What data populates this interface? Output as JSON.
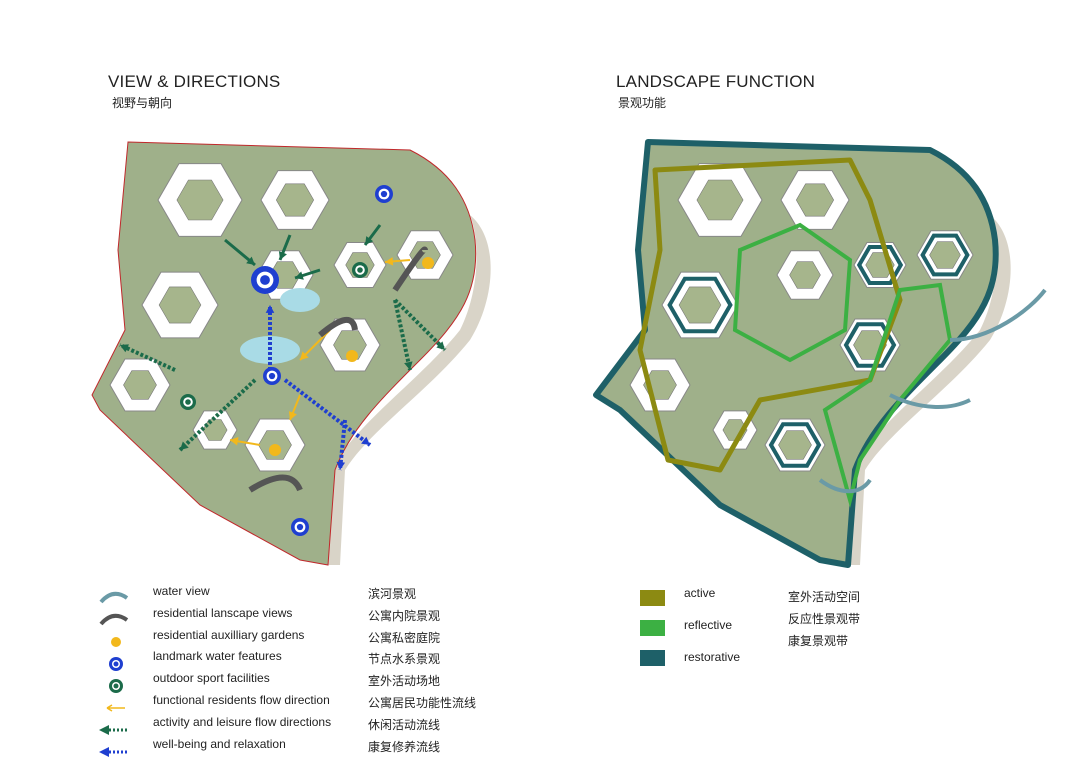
{
  "left_panel": {
    "title": "VIEW & DIRECTIONS",
    "subtitle": "视野与朝向",
    "legend": [
      {
        "icon": "water-view-icon",
        "en": "water view",
        "cn": "滨河景观"
      },
      {
        "icon": "residential-view-icon",
        "en": "residential lanscape views",
        "cn": "公寓内院景观"
      },
      {
        "icon": "yellow-dot-icon",
        "en": "residential  auxilliary gardens",
        "cn": "公寓私密庭院"
      },
      {
        "icon": "blue-target-icon",
        "en": "landmark water features",
        "cn": "节点水系景观"
      },
      {
        "icon": "green-target-icon",
        "en": "outdoor sport  facilities",
        "cn": "室外活动场地"
      },
      {
        "icon": "yellow-arrow-icon",
        "en": "functional residents  flow direction",
        "cn": "公寓居民功能性流线"
      },
      {
        "icon": "green-dashed-arrow-icon",
        "en": "activity and leisure  flow directions",
        "cn": "休闲活动流线"
      },
      {
        "icon": "blue-dashed-arrow-icon",
        "en": "well-being and relaxation",
        "cn": "康复修养流线"
      }
    ]
  },
  "right_panel": {
    "title": "LANDSCAPE FUNCTION",
    "subtitle": "景观功能",
    "legend": [
      {
        "en": "active",
        "cn": "室外活动空间",
        "color": "#8c8a12"
      },
      {
        "en": "reflective",
        "cn": "反应性景观带",
        "color": "#3cb043"
      },
      {
        "en": "restorative",
        "cn": "康复景观带",
        "color": "#1e6068"
      }
    ]
  },
  "colors": {
    "ground": "#9fb08a",
    "water": "#a9dbe6",
    "road": "#d9d4c8",
    "active": "#8c8a12",
    "reflective": "#3cb043",
    "restorative": "#1e6068",
    "landmark": "#1f3fd0",
    "sport": "#1b6b4a",
    "garden": "#f2b81c"
  }
}
